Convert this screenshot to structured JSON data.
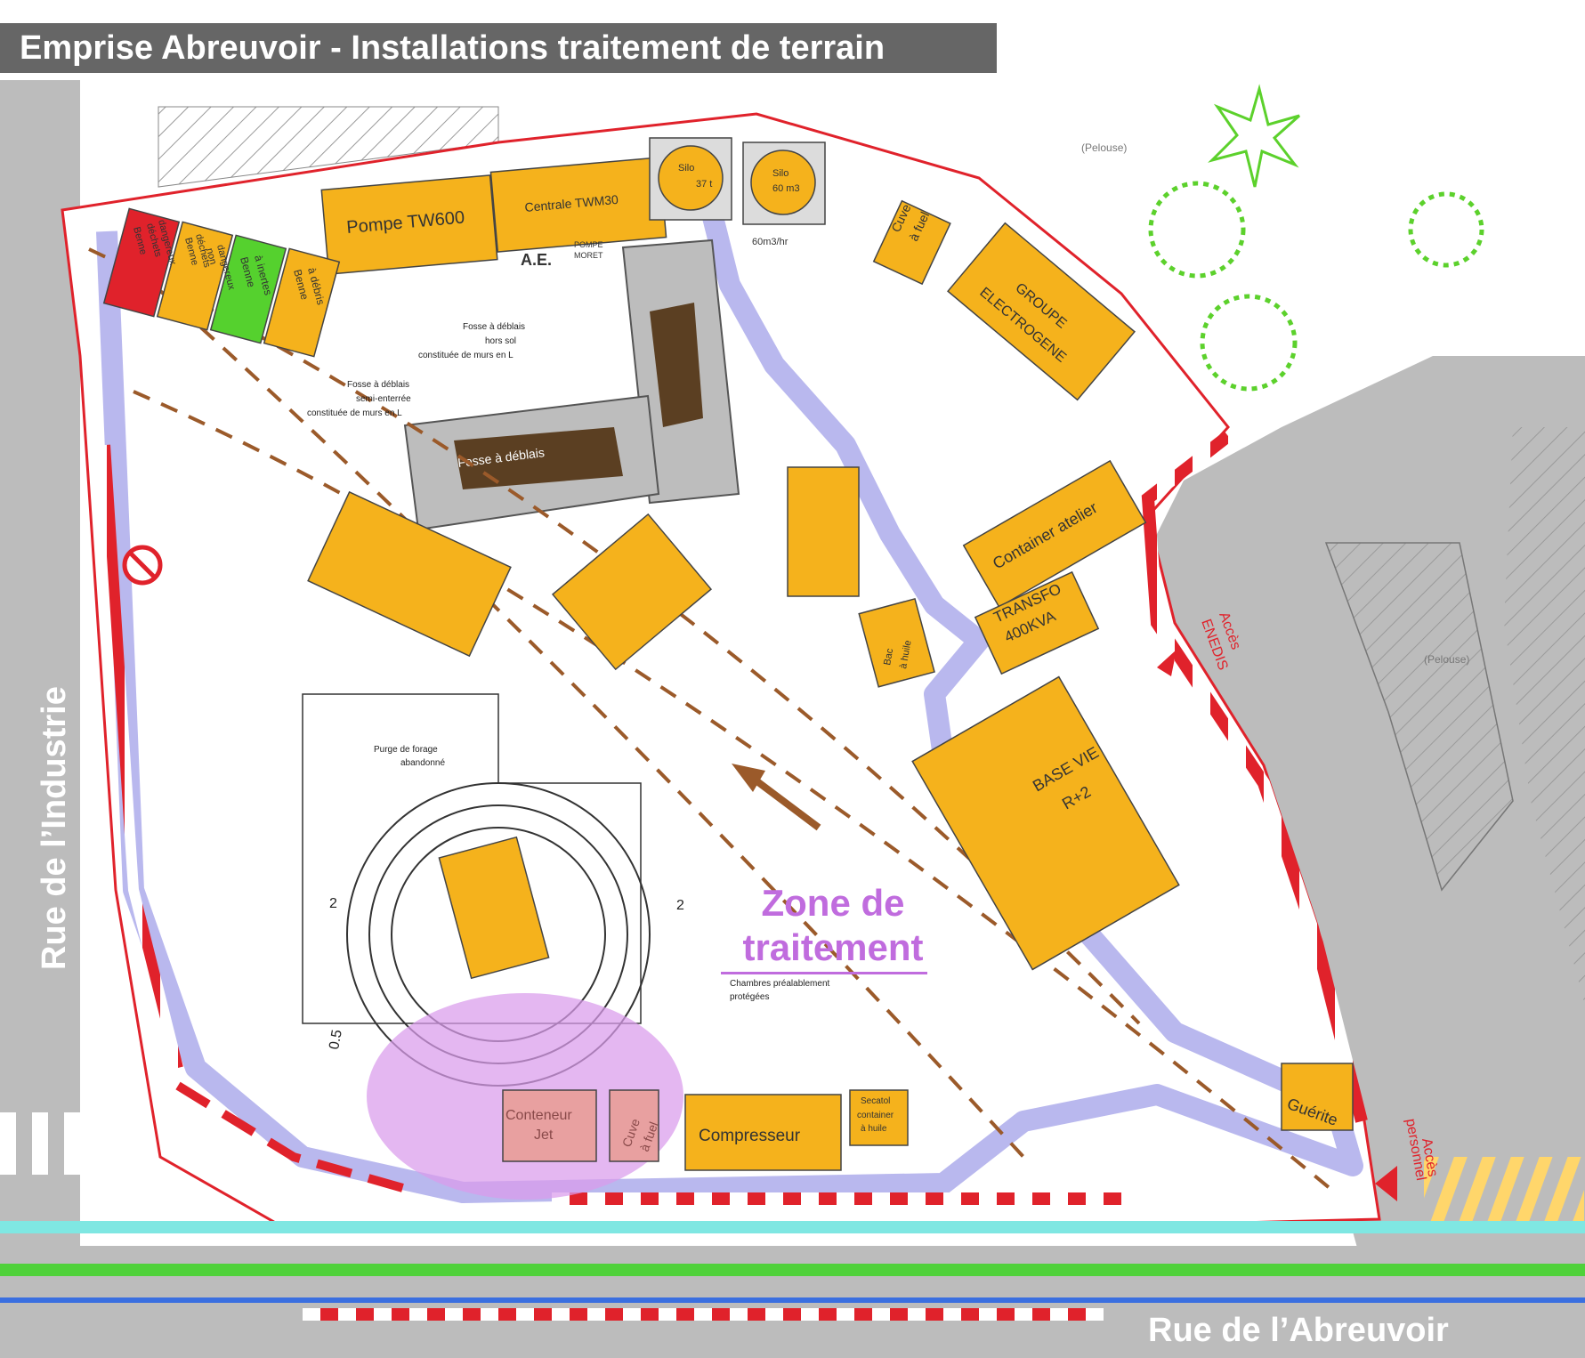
{
  "title": "Emprise Abreuvoir - Installations traitement de terrain",
  "streets": {
    "left": "Rue de l’Industrie",
    "bottom": "Rue de l’Abreuvoir"
  },
  "zone": {
    "line1": "Zone de",
    "line2": "traitement"
  },
  "labels": {
    "pompe": "Pompe TW600",
    "centrale": "Centrale TWM30",
    "silo1_a": "Silo",
    "silo1_b": "37 t",
    "silo2_a": "Silo",
    "silo2_b": "60 m3",
    "debit": "60m3/hr",
    "ae": "A.E.",
    "pompe_moret_a": "POMPE",
    "pompe_moret_b": "MORET",
    "cuve_fuel_1": "Cuve",
    "cuve_fuel_2": "à fuel",
    "groupe_1": "GROUPE",
    "groupe_2": "ELECTROGENE",
    "pelouse": "(Pelouse)",
    "container_atelier": "Container atelier",
    "transfo_1": "TRANSFO",
    "transfo_2": "400KVA",
    "acces_enedis_1": "Accès",
    "acces_enedis_2": "ENEDIS",
    "base_vie_1": "BASE VIE",
    "base_vie_2": "R+2",
    "guerite": "Guérite",
    "acces_perso_1": "Accès",
    "acces_perso_2": "personnel",
    "compresseur": "Compresseur",
    "secatol_1": "Secatol",
    "secatol_2": "container",
    "secatol_3": "à huile",
    "conteneur_1": "Conteneur",
    "conteneur_2": "Jet",
    "cuve_2a": "Cuve",
    "cuve_2b": "à fuel",
    "fosse_hs_1": "Fosse à déblais",
    "fosse_hs_2": "hors sol",
    "fosse_hs_3": "constituée de murs en L",
    "fosse_se_1": "Fosse à déblais",
    "fosse_se_2": "semi-enterrée",
    "fosse_se_3": "constituée de murs en L",
    "fosse_label": "Fosse à déblais",
    "purge_1": "Purge de forage",
    "purge_2": "abandonné",
    "chambres_1": "Chambres préalablement",
    "chambres_2": "protégées",
    "dim_2a": "2",
    "dim_2b": "2",
    "dim_05": "0.5",
    "benne_dechets_1": "Benne",
    "benne_dechets_2": "déchets",
    "benne_dechets_3": "dangereux",
    "benne_dechets_4": "Benne",
    "benne_dechets_5": "déchets",
    "benne_dechets_6": "non",
    "benne_dechets_7": "dangereux",
    "benne_inertes_1": "Benne",
    "benne_inertes_2": "à inertes",
    "benne_debris_1": "Benne",
    "benne_debris_2": "à débris",
    "bac_1": "Bac",
    "bac_2": "à huile"
  },
  "colors": {
    "equipment": "#f5b21c",
    "path": "#b9b8ee",
    "road": "#bcbcbc",
    "zone": "#d99bec",
    "fence_red": "#e0222b",
    "hatch": "#9a9a9a",
    "dirt": "#5b3f22",
    "arrow_brown": "#9b5a2a"
  }
}
